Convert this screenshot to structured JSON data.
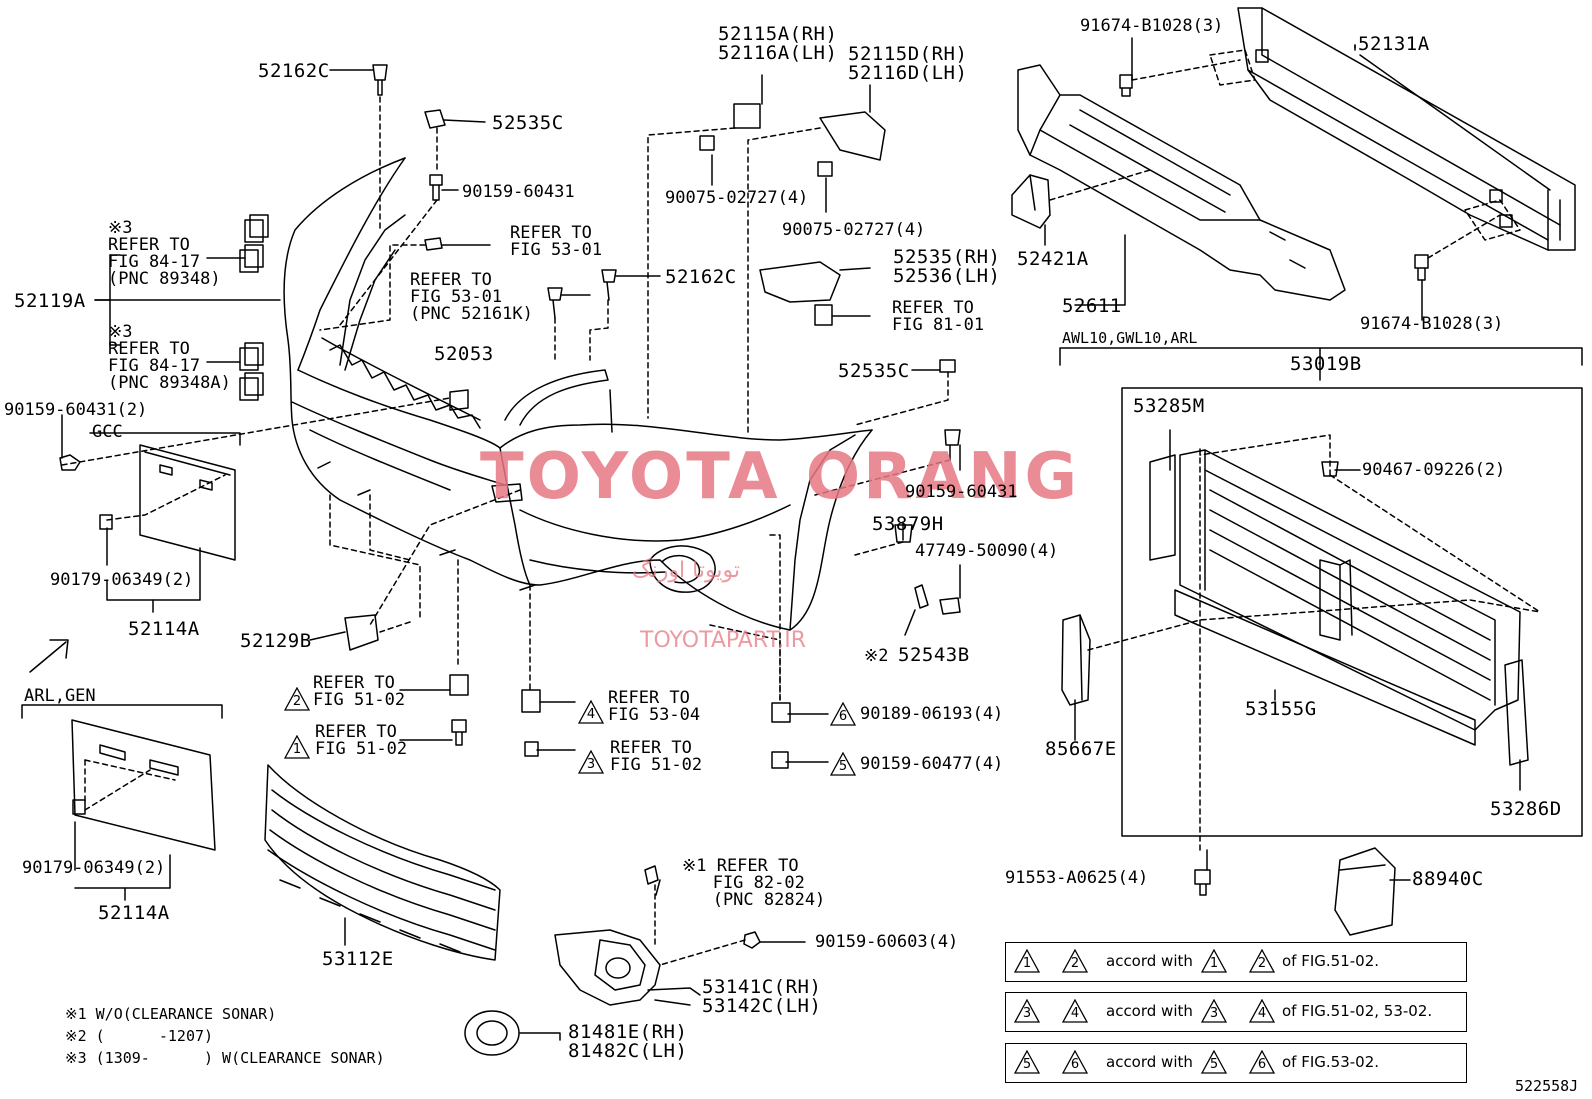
{
  "watermark": {
    "main": "TOYOTA ORANG",
    "arabic": "تویوتا اورنگ",
    "site": "TOYOTAPART.IR"
  },
  "labels": {
    "p52162C_a": "52162C",
    "p52535C_a": "52535C",
    "p90159_60431_a": "90159-60431",
    "refer_53_01_a": "REFER TO\nFIG 53-01",
    "refer_53_01_b": "REFER TO\nFIG 53-01\n(PNC 52161K)",
    "p52162C_b": "52162C",
    "p52115A": "52115A(RH)\n52116A(LH)",
    "p52115D": "52115D(RH)\n52116D(LH)",
    "p90075_a": "90075-02727(4)",
    "p90075_b": "90075-02727(4)",
    "p52535_rh": "52535(RH)\n52536(LH)",
    "refer_81_01": "REFER TO\nFIG 81-01",
    "p52535C_b": "52535C",
    "p90159_60431_b": "90159-60431",
    "refer_84_17_a": "※3\nREFER TO\nFIG 84-17\n(PNC 89348)",
    "refer_84_17_b": "※3\nREFER TO\nFIG 84-17\n(PNC 89348A)",
    "p52119A": "52119A",
    "p90159_60431_2": "90159-60431(2)",
    "gcc": "GCC",
    "p52053": "52053",
    "p90179_a": "90179-06349(2)",
    "p52114A_a": "52114A",
    "p52129B": "52129B",
    "refer_51_02_2": "REFER TO\nFIG 51-02",
    "refer_51_02_1": "REFER TO\nFIG 51-02",
    "refer_53_04": "REFER TO\nFIG 53-04",
    "refer_51_02_3": "REFER TO\nFIG 51-02",
    "p53879H": "53879H",
    "p47749": "47749-50090(4)",
    "p52543B": "52543B",
    "note2_mark": "※2",
    "p90189": "90189-06193(4)",
    "p90159_60477": "90159-60477(4)",
    "arl_gen": "ARL,GEN",
    "p90179_b": "90179-06349(2)",
    "p52114A_b": "52114A",
    "p53112E": "53112E",
    "refer_82_02": "※1 REFER TO\n   FIG 82-02\n   (PNC 82824)",
    "p90159_60603": "90159-60603(4)",
    "p53141C": "53141C(RH)\n53142C(LH)",
    "p81481E": "81481E(RH)\n81482C(LH)",
    "note1": "※1 W/O(CLEARANCE SONAR)",
    "note2": "※2 (      -1207)",
    "note3": "※3 (1309-      ) W(CLEARANCE SONAR)",
    "p91674_a": "91674-B1028(3)",
    "p52131A": "52131A",
    "p52421A": "52421A",
    "p52611": "52611",
    "p91674_b": "91674-B1028(3)",
    "awl": "AWL10,GWL10,ARL",
    "p53019B": "53019B",
    "p53285M": "53285M",
    "p90467": "90467-09226(2)",
    "p53155G": "53155G",
    "p85667E": "85667E",
    "p53286D": "53286D",
    "p91553": "91553-A0625(4)",
    "p88940C": "88940C",
    "diagram_id": "522558J"
  },
  "triangles": {
    "t1": "1",
    "t2": "2",
    "t3": "3",
    "t4": "4",
    "t5": "5",
    "t6": "6"
  },
  "accord": [
    {
      "a": "1",
      "b": "2",
      "text": "accord with",
      "c": "1",
      "d": "2",
      "ref": "of FIG.51-02."
    },
    {
      "a": "3",
      "b": "4",
      "text": "accord with",
      "c": "3",
      "d": "4",
      "ref": "of FIG.51-02, 53-02."
    },
    {
      "a": "5",
      "b": "6",
      "text": "accord with",
      "c": "5",
      "d": "6",
      "ref": "of FIG.53-02."
    }
  ]
}
